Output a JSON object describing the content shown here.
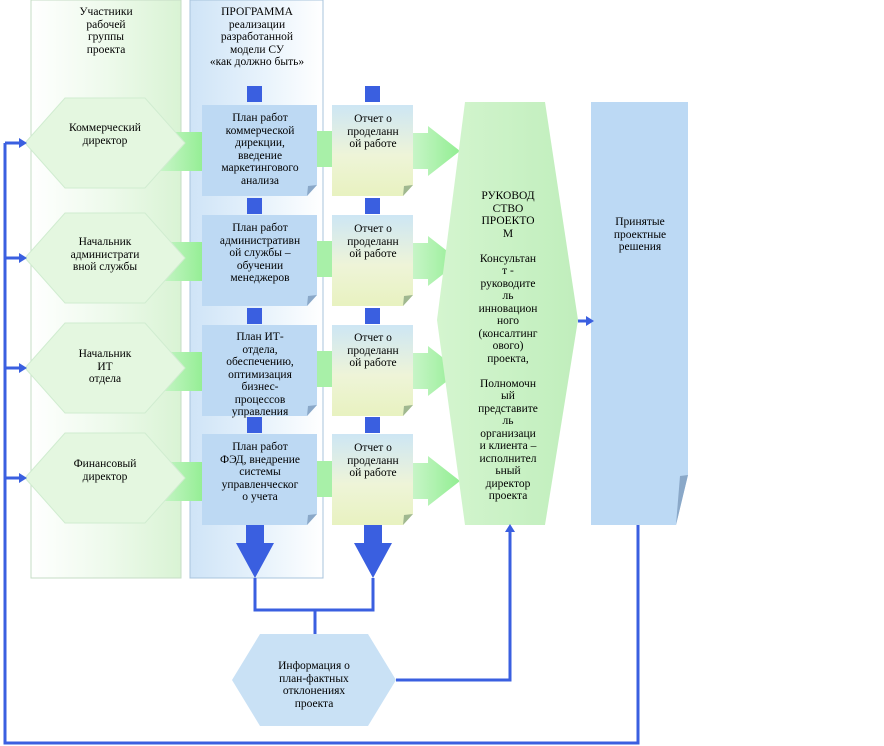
{
  "columns": {
    "participants_title": "Участники\nрабочей\nгруппы\nпроекта",
    "program_title": "ПРОГРАММА\nреализации\nразработанной\nмодели СУ\n«как должно быть»"
  },
  "participants": [
    "Коммерческий\nдиректор",
    "Начальник\nадминистрати\nвной службы",
    "Начальник\nИТ\nотдела",
    "Финансовый\nдиректор"
  ],
  "plans": [
    "План работ\nкоммерческой\nдирекции,\nвведение\nмаркетингового\nанализа",
    "План работ\nадминистративн\nой службы –\nобучении\nменеджеров",
    "План ИТ-\nотдела,\nобеспечению,\nоптимизация\nбизнес-\nпроцессов\nуправления",
    "План работ\nФЭД, внедрение\nсистемы\nуправленческог\nо  учета"
  ],
  "reports": [
    "Отчет о\nпроделанн\nой работе",
    "Отчет о\nпроделанн\nой работе",
    "Отчет о\nпроделанн\nой работе",
    "Отчет о\nпроделанн\nой работе"
  ],
  "leadership": "РУКОВОД\nСТВО\nПРОЕКТО\nМ\n\nКонсультан\nт  -\nруководите\nль\nинновацион\nного\n(консалтинг\nового)\nпроекта,\n\nПолномочн\nый\nпредставите\nль\nорганизаци\nи клиента –\nисполнител\nьный\nдиректор\nпроекта",
  "decisions": "Принятые\nпроектные\nрешения",
  "deviation_info": "Информация о\nплан-фактных\nотклонениях\nпроекта",
  "colors": {
    "line_blue": "#3a5fe0",
    "light_blue_box": "#bdd9f3",
    "hex_green": "#e4f7e0",
    "arrow_green": "#a6f0a6",
    "pale_blue": "#c9e1f5"
  }
}
